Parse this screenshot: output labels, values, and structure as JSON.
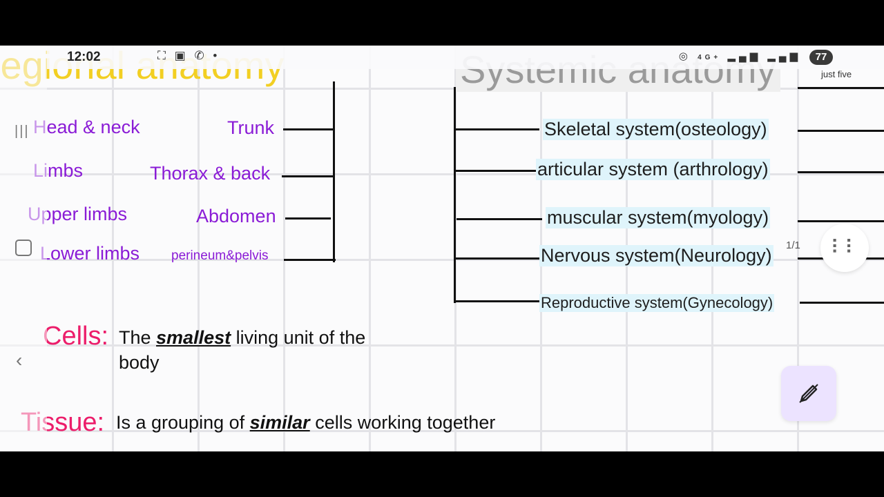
{
  "status_bar": {
    "time": "12:02",
    "left_icons": [
      "fullscreen-icon",
      "screenshot-icon",
      "whatsapp-icon",
      "dot-icon"
    ],
    "network": "4G+",
    "battery": "77"
  },
  "regional": {
    "heading": "Regional anatomy",
    "left_items": [
      "Head & neck",
      "Limbs",
      "Upper limbs",
      "Lower limbs"
    ],
    "right_items": [
      "Trunk",
      "Thorax & back",
      "Abdomen",
      "perineum&pelvis"
    ]
  },
  "systemic": {
    "heading": "Systemic anatomy",
    "note": "just five",
    "items": [
      "Skeletal system(osteology)",
      "articular system (arthrology)",
      "muscular system(myology)",
      "Nervous system(Neurology)",
      "Reproductive system(Gynecology)"
    ]
  },
  "definitions": {
    "cells_label": "Cells:",
    "cells_pre": "The ",
    "cells_em": "smallest",
    "cells_post": " living unit of the",
    "cells_line2": "body",
    "tissue_label": "Tissue:",
    "tissue_pre": "Is a grouping of ",
    "tissue_em": "similar",
    "tissue_post": " cells working together"
  },
  "viewer": {
    "page_indicator": "1/1"
  },
  "colors": {
    "purple": "#8a1bd6",
    "yellow": "#f2cf23",
    "pink": "#ec1d6a",
    "highlight": "#dff4fb"
  }
}
